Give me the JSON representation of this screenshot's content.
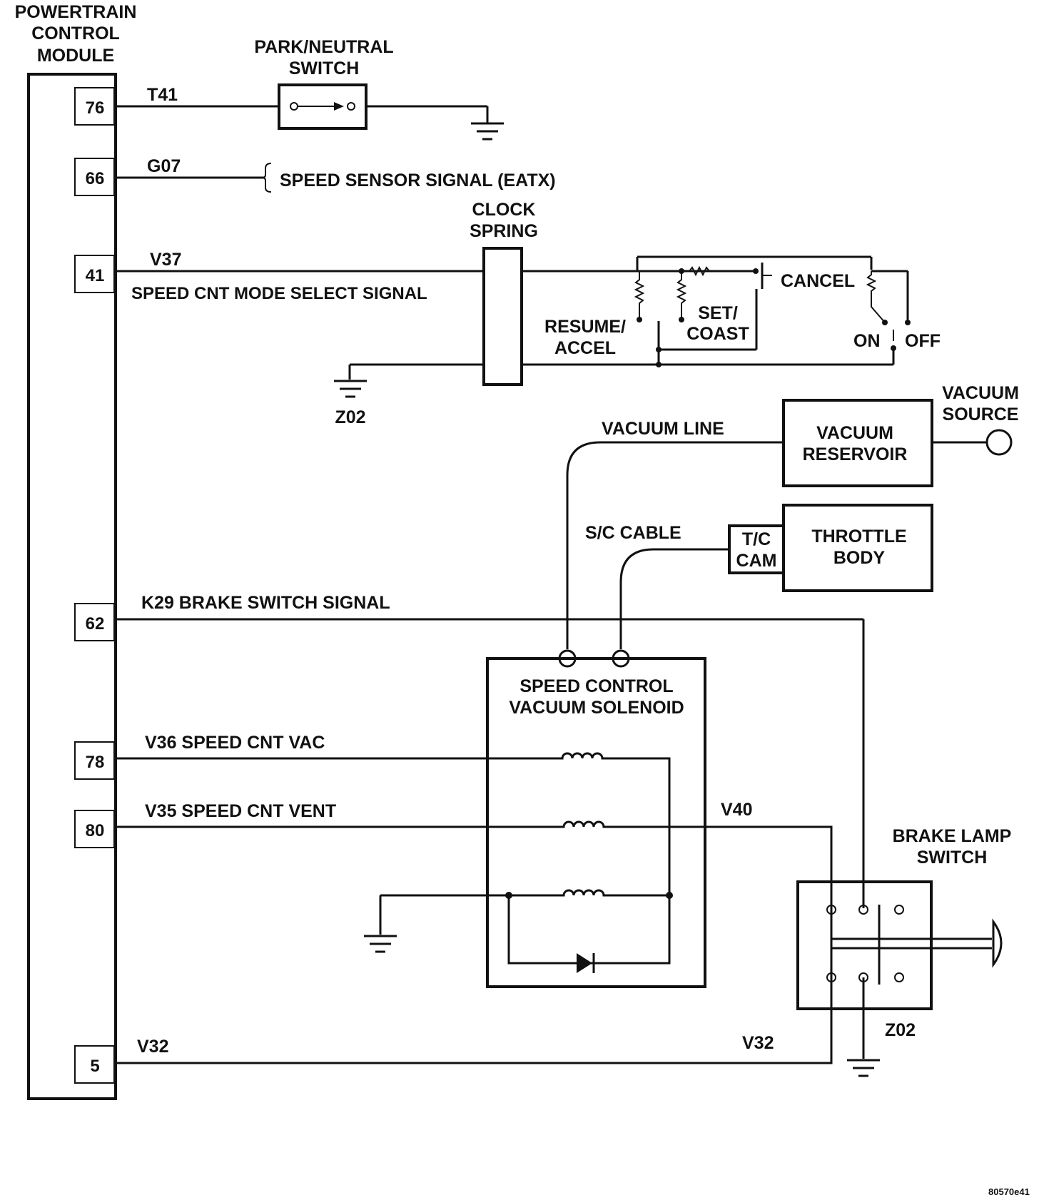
{
  "pcm": {
    "title_lines": [
      "POWERTRAIN",
      "CONTROL",
      "MODULE"
    ],
    "pins": {
      "p76": "76",
      "p66": "66",
      "p41": "41",
      "p62": "62",
      "p78": "78",
      "p80": "80",
      "p5": "5"
    }
  },
  "wires": {
    "t41": "T41",
    "g07": "G07",
    "v37": "V37",
    "v37_desc": "SPEED CNT MODE SELECT SIGNAL",
    "k29": "K29 BRAKE SWITCH SIGNAL",
    "v36": "V36 SPEED CNT VAC",
    "v35": "V35 SPEED CNT VENT",
    "v40": "V40",
    "v32_left": "V32",
    "v32_right": "V32"
  },
  "components": {
    "park_neutral": [
      "PARK/NEUTRAL",
      "SWITCH"
    ],
    "speed_sensor": "SPEED SENSOR SIGNAL (EATX)",
    "clock_spring": [
      "CLOCK",
      "SPRING"
    ],
    "cancel": "CANCEL",
    "set_coast": [
      "SET/",
      "COAST"
    ],
    "resume_accel": [
      "RESUME/",
      "ACCEL"
    ],
    "on": "ON",
    "off": "OFF",
    "ground_z02_left": "Z02",
    "ground_z02_right": "Z02",
    "vacuum_line": "VACUUM LINE",
    "vacuum_reservoir": [
      "VACUUM",
      "RESERVOIR"
    ],
    "vacuum_source": [
      "VACUUM",
      "SOURCE"
    ],
    "sc_cable": "S/C CABLE",
    "tc_cam": [
      "T/C",
      "CAM"
    ],
    "throttle_body": [
      "THROTTLE",
      "BODY"
    ],
    "solenoid": [
      "SPEED CONTROL",
      "VACUUM SOLENOID"
    ],
    "brake_lamp_switch": [
      "BRAKE LAMP",
      "SWITCH"
    ]
  },
  "figure_code": "80570e41"
}
